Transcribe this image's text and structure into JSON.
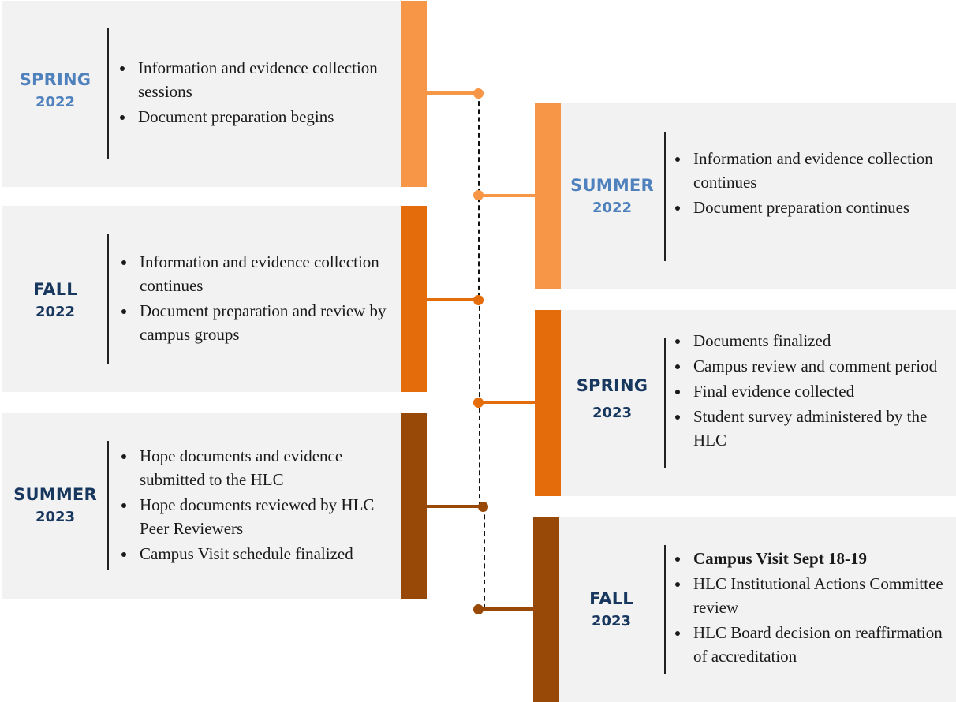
{
  "colors": {
    "light_orange": "#f79646",
    "mid_orange": "#e46c0a",
    "dark_brown": "#984807",
    "blue_text": "#4f81bd",
    "navy_text": "#17375e",
    "card_bg": "#f2f2f2"
  },
  "spring2022": {
    "season": "SPRING",
    "year": "2022",
    "items": [
      "Information and evidence collection sessions",
      "Document preparation begins"
    ]
  },
  "summer2022": {
    "season": "SUMMER",
    "year": "2022",
    "items": [
      "Information and evidence collection continues",
      "Document preparation continues"
    ]
  },
  "fall2022": {
    "season": "FALL",
    "year": "2022",
    "items": [
      "Information and evidence collection continues",
      "Document preparation and review by campus groups"
    ]
  },
  "spring2023": {
    "season": "SPRING",
    "year": "2023",
    "items": [
      "Documents finalized",
      "Campus review and comment period",
      "Final evidence collected",
      "Student survey administered by the HLC"
    ]
  },
  "summer2023": {
    "season": "SUMMER",
    "year": "2023",
    "items": [
      "Hope documents and evidence submitted to the HLC",
      "Hope documents reviewed by HLC Peer Reviewers",
      "Campus Visit schedule finalized"
    ]
  },
  "fall2023": {
    "season": "FALL",
    "year": "2023",
    "items": [
      "Campus Visit Sept 18-19",
      "HLC Institutional Actions Committee review",
      "HLC Board decision on reaffirmation of accreditation"
    ]
  }
}
